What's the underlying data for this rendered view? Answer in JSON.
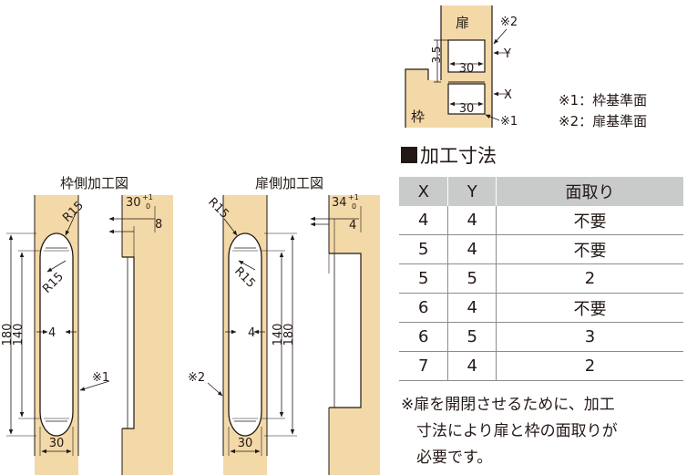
{
  "diagram": {
    "frame_side_title": "枠側加工図",
    "door_side_title": "扉側加工図",
    "radius_label": "R15",
    "dim_180": "180",
    "dim_140": "140",
    "dim_4": "4",
    "dim_30": "30",
    "dim_8": "8",
    "frame_top_dim": "30",
    "door_top_dim": "34",
    "tol_plus": "+1",
    "tol_zero": "0",
    "mark_1": "※1",
    "mark_2": "※2",
    "inset": {
      "door_char": "扉",
      "frame_char": "枠",
      "dim_35": "3.5",
      "dim_30": "30",
      "label_x": "X",
      "label_y": "Y",
      "mark_1": "※1",
      "mark_2": "※2"
    },
    "legend": {
      "line1": "※1：枠基準面",
      "line2": "※2：扉基準面"
    }
  },
  "table": {
    "title": "加工寸法",
    "headers": [
      "X",
      "Y",
      "面取り"
    ],
    "rows": [
      [
        "4",
        "4",
        "不要"
      ],
      [
        "5",
        "4",
        "不要"
      ],
      [
        "5",
        "5",
        "2"
      ],
      [
        "6",
        "4",
        "不要"
      ],
      [
        "6",
        "5",
        "3"
      ],
      [
        "7",
        "4",
        "2"
      ]
    ]
  },
  "note": {
    "line1": "※扉を開閉させるために、加工",
    "line2": "寸法により扉と枠の面取りが",
    "line3": "必要です。"
  },
  "colors": {
    "wood": "#f3d9a8",
    "line": "#231815",
    "header_bg": "#c9caca",
    "row_rule": "#8c8c8c"
  }
}
